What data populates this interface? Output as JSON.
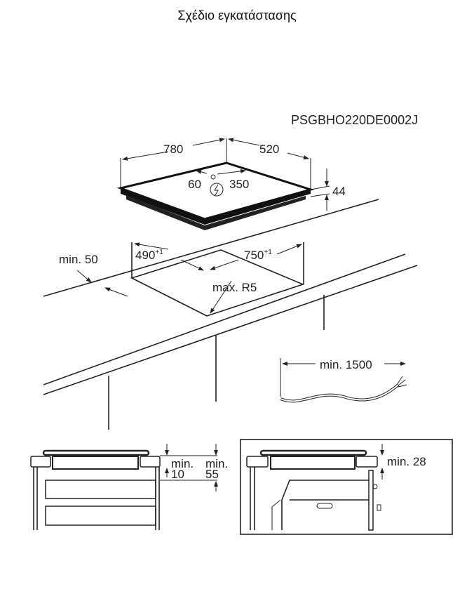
{
  "title": "Σχέδιο εγκατάστασης",
  "diagram": {
    "code": "PSGBHO220DE0002J",
    "hob": {
      "width": "780",
      "depth": "520",
      "height": "44",
      "connection_left": "60",
      "connection_right": "350"
    },
    "cutout": {
      "depth": "490",
      "depth_tolerance": "+1",
      "width": "750",
      "width_tolerance": "+1",
      "front_distance": "min. 50",
      "corner_radius": "max. R5"
    },
    "cable": {
      "length": "min. 1500"
    },
    "section_left": {
      "min_label_a": "min.",
      "value_a": "10",
      "min_label_b": "min.",
      "value_b": "55"
    },
    "section_right": {
      "clearance": "min. 28"
    }
  }
}
